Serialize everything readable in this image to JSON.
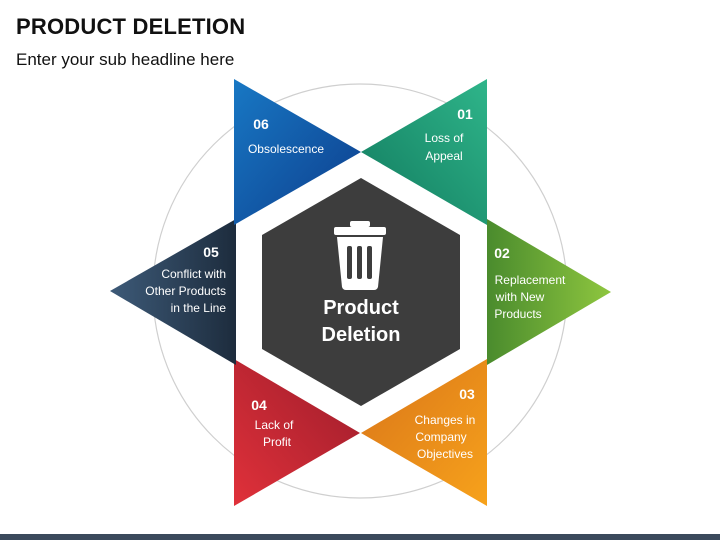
{
  "header": {
    "title": "PRODUCT DELETION",
    "subtitle": "Enter your sub headline here"
  },
  "center": {
    "icon": "trash-icon",
    "line1": "Product",
    "line2": "Deletion",
    "color": "#3d3d3d"
  },
  "segments": [
    {
      "number": "01",
      "lines": [
        "Loss of",
        "Appeal"
      ],
      "color_light": "#2fb58a",
      "color_dark": "#117a5e"
    },
    {
      "number": "02",
      "lines": [
        "Replacement",
        "with New",
        "Products"
      ],
      "color_light": "#8ec63f",
      "color_dark": "#4a8b2d"
    },
    {
      "number": "03",
      "lines": [
        "Changes in",
        "Company",
        "Objectives"
      ],
      "color_light": "#f7a21b",
      "color_dark": "#d9751a"
    },
    {
      "number": "04",
      "lines": [
        "Lack of",
        "Profit"
      ],
      "color_light": "#e0313a",
      "color_dark": "#9c1c2b"
    },
    {
      "number": "05",
      "lines": [
        "Conflict with",
        "Other Products",
        "in the Line"
      ],
      "color_light": "#3d5a78",
      "color_dark": "#1d2c3d"
    },
    {
      "number": "06",
      "lines": [
        "Obsolescence"
      ],
      "color_light": "#1878c4",
      "color_dark": "#0d3d8c"
    }
  ]
}
